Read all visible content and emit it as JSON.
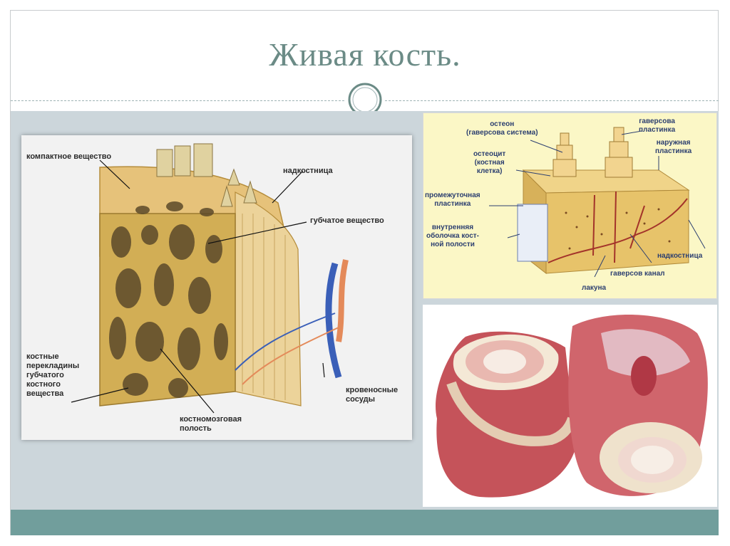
{
  "slide": {
    "title": "Живая кость."
  },
  "left_diagram": {
    "labels": {
      "compact": "компактное вещество",
      "periosteum": "надкостница",
      "spongy": "губчатое вещество",
      "trabeculae": "костные\nперекладины\nгубчатого\nкостного\nвещества",
      "blood_vessels": "кровеносные\nсосуды",
      "marrow_cavity": "костномозговая\nполость"
    }
  },
  "right_diagram": {
    "labels": {
      "osteon": "остеон\n(гаверсова система)",
      "haversian_lamella": "гаверсова\nпластинка",
      "outer_lamella": "наружная\nпластинка",
      "osteocyte": "остеоцит\n(костная\nклетка)",
      "interstitial_lamella": "промежуточная\nпластинка",
      "inner_lining": "внутренняя\nоболочка кост-\nной полости",
      "periosteum": "надкостница",
      "haversian_canal": "гаверсов канал",
      "lacuna": "лакуна"
    }
  },
  "colors": {
    "title": "#6b8b86",
    "content_band": "#ccd6db",
    "footer_band": "#719e9c",
    "bone_yellow": "#d8b45a",
    "vessel_blue": "#3a5fb8",
    "vessel_red": "#e48a5a"
  }
}
